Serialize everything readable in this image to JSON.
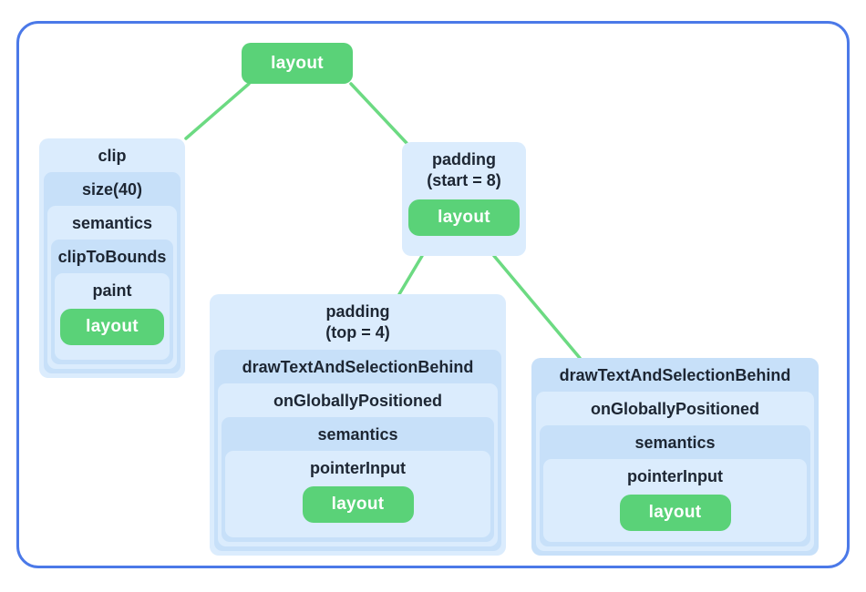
{
  "palette": {
    "frame_border": "#4b79e8",
    "node_green": "#5ad278",
    "edge_green": "#6cda82",
    "blue_light": "#dbecfd",
    "blue_dark": "#c7e0f9",
    "label_text": "#1d2633",
    "leaf_text": "#ffffff"
  },
  "tree": {
    "root": {
      "label": "layout"
    },
    "clip": {
      "label": "clip",
      "chain": [
        "size(40)",
        "semantics",
        "clipToBounds",
        "paint"
      ],
      "leaf": "layout"
    },
    "padding_start": {
      "label_line1": "padding",
      "label_line2": "(start = 8)",
      "leaf": "layout"
    },
    "padding_top": {
      "label_line1": "padding",
      "label_line2": "(top = 4)",
      "chain": [
        "drawTextAndSelectionBehind",
        "onGloballyPositioned",
        "semantics",
        "pointerInput"
      ],
      "leaf": "layout"
    },
    "draw_text": {
      "label": "drawTextAndSelectionBehind",
      "chain": [
        "onGloballyPositioned",
        "semantics",
        "pointerInput"
      ],
      "leaf": "layout"
    }
  }
}
